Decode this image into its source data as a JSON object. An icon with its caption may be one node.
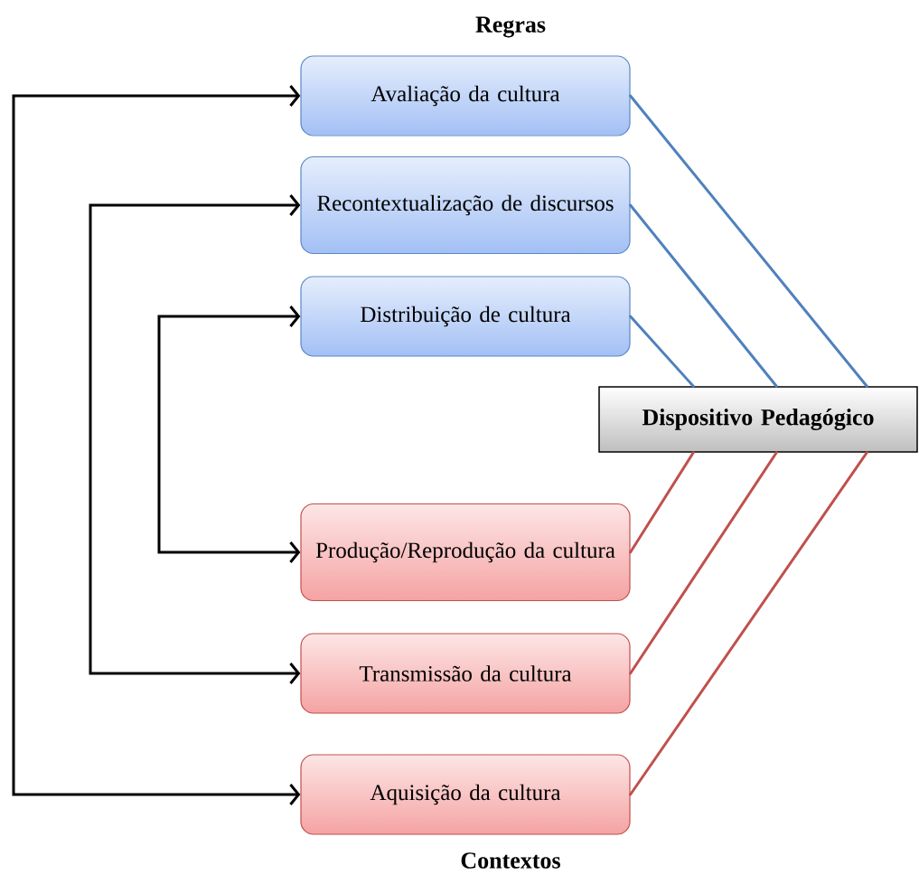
{
  "diagram": {
    "nodes": [
      {
        "text": [
          "Avaliação da cultura"
        ]
      },
      {
        "text": [
          "Recontextualização de discursos"
        ]
      },
      {
        "text": [
          "Distribuição de cultura"
        ]
      },
      {
        "text": [
          "Dispositivo Pedagógico"
        ]
      },
      {
        "text": [
          "Produção/Reprodução da cultura"
        ]
      },
      {
        "text": [
          "Transmissão da cultura"
        ]
      },
      {
        "text": [
          "Aquisição da cultura"
        ]
      }
    ],
    "edges": [
      {
        "from": 0,
        "to": 6,
        "arrow": "both",
        "color": "#000000"
      },
      {
        "from": 1,
        "to": 5,
        "arrow": "both",
        "color": "#000000"
      },
      {
        "from": 2,
        "to": 4,
        "arrow": "both",
        "color": "#000000"
      },
      {
        "from": 0,
        "to": 3,
        "arrow": "none",
        "color": "#4f81bd"
      },
      {
        "from": 1,
        "to": 3,
        "arrow": "none",
        "color": "#4f81bd"
      },
      {
        "from": 2,
        "to": 3,
        "arrow": "none",
        "color": "#4f81bd"
      },
      {
        "from": 4,
        "to": 3,
        "arrow": "none",
        "color": "#c0504d"
      },
      {
        "from": 5,
        "to": 3,
        "arrow": "none",
        "color": "#c0504d"
      },
      {
        "from": 6,
        "to": 3,
        "arrow": "none",
        "color": "#c0504d"
      }
    ],
    "labels": [
      "Regras",
      "Contextos"
    ]
  }
}
